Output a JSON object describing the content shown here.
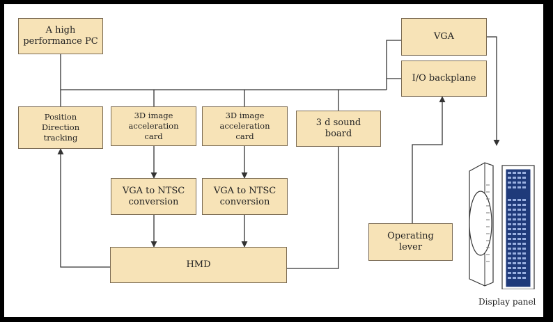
{
  "boxes": {
    "pc": "A high\nperformance PC",
    "vga": "VGA",
    "io": "I/O backplane",
    "pos": "Position\nDirection\ntracking",
    "img1": "3D image\nacceleration\ncard",
    "img2": "3D image\nacceleration\ncard",
    "sound": "3 d sound\nboard",
    "ntsc1": "VGA to NTSC\nconversion",
    "ntsc2": "VGA to NTSC\nconversion",
    "lever": "Operating\nlever",
    "hmd": "HMD"
  },
  "display_caption": "Display panel",
  "colors": {
    "box_fill": "#f7e3b7",
    "box_border": "#7a6a52",
    "line": "#333333",
    "frame": "#000000"
  }
}
